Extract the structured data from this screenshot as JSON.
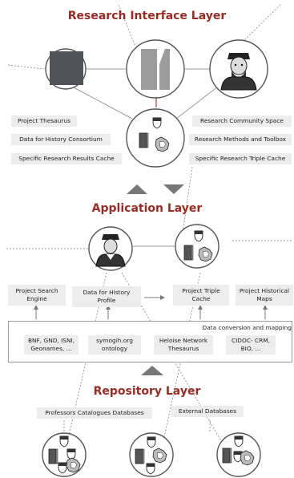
{
  "layers": {
    "research": "Research Interface Layer",
    "application": "Application Layer",
    "repository": "Repository Layer"
  },
  "research_labels": {
    "left": [
      "Project Thesaurus",
      "Data for History Consortium",
      "Specific Research Results Cache"
    ],
    "right": [
      "Research Community Space",
      "Research Methods and Toolbox",
      "Specific Research Triple Cache"
    ]
  },
  "application_labels": {
    "search_engine": [
      "Project Search",
      "Engine"
    ],
    "history_profile": [
      "Data for History",
      "Profile"
    ],
    "triple_cache": [
      "Project Triple",
      "Cache"
    ],
    "historical_maps": [
      "Project Historical",
      "Maps"
    ]
  },
  "data_conversion": {
    "title": "Data conversion and mapping",
    "items": [
      [
        "BNF, GND, ISNI,",
        "Geonames, ..."
      ],
      [
        "symogih.org",
        "ontology"
      ],
      [
        "Heloise Network",
        "Thesaurus"
      ],
      [
        "CIDOC- CRM,",
        "BIO, ..."
      ]
    ]
  },
  "repository_labels": {
    "professors": "Professors Catalogues Databases",
    "external": "External Databases"
  },
  "colors": {
    "accent": "#9b2b22",
    "label_bg": "#ececec",
    "arrow": "#777777",
    "line": "#9a9a9a"
  },
  "icons": [
    "thesaurus-icon",
    "document-icon",
    "scholar-portrait-icon",
    "database-cluster-icon",
    "scholar-portrait-icon"
  ]
}
